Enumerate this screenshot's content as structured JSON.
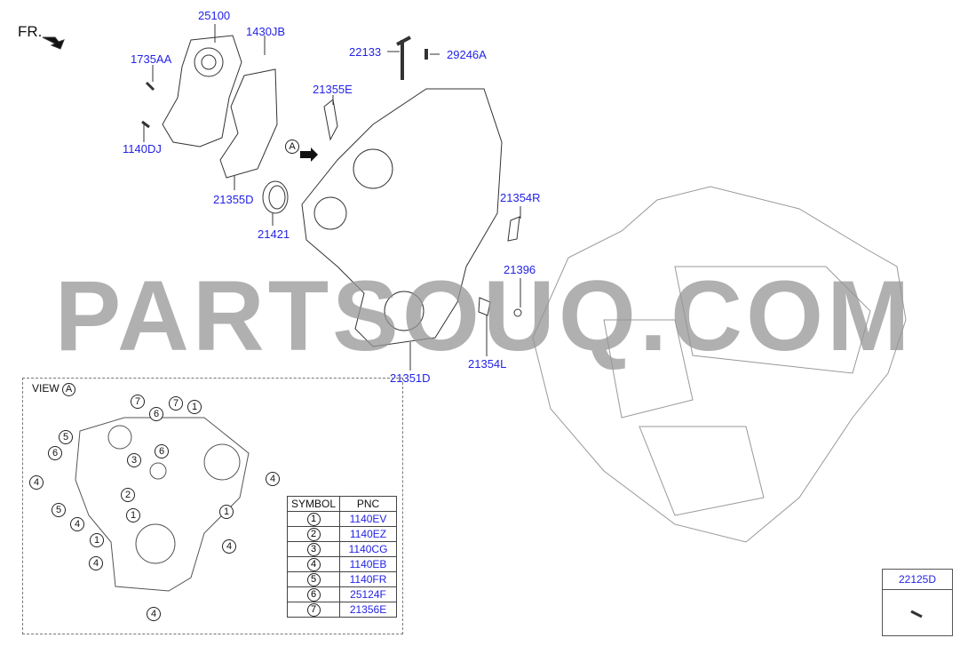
{
  "direction_label": "FR.",
  "watermark": "PARTSOUQ.COM",
  "part_labels": {
    "p25100": "25100",
    "p1430JB": "1430JB",
    "p1735AA": "1735AA",
    "p1140DJ": "1140DJ",
    "p21355E": "21355E",
    "p21355D": "21355D",
    "p21421": "21421",
    "p22133": "22133",
    "p29246A": "29246A",
    "p21354R": "21354R",
    "p21396": "21396",
    "p21354L": "21354L",
    "p21351D": "21351D",
    "p22125D": "22125D"
  },
  "view_marker": "A",
  "view": {
    "label": "VIEW",
    "marker": "A",
    "callouts": [
      "7",
      "6",
      "7",
      "1",
      "5",
      "6",
      "3",
      "6",
      "4",
      "2",
      "4",
      "1",
      "1",
      "5",
      "4",
      "1",
      "4",
      "4",
      "4"
    ]
  },
  "symbol_table": {
    "headers": [
      "SYMBOL",
      "PNC"
    ],
    "rows": [
      {
        "symbol": "1",
        "pnc": "1140EV"
      },
      {
        "symbol": "2",
        "pnc": "1140EZ"
      },
      {
        "symbol": "3",
        "pnc": "1140CG"
      },
      {
        "symbol": "4",
        "pnc": "1140EB"
      },
      {
        "symbol": "5",
        "pnc": "1140FR"
      },
      {
        "symbol": "6",
        "pnc": "25124F"
      },
      {
        "symbol": "7",
        "pnc": "21356E"
      }
    ]
  }
}
